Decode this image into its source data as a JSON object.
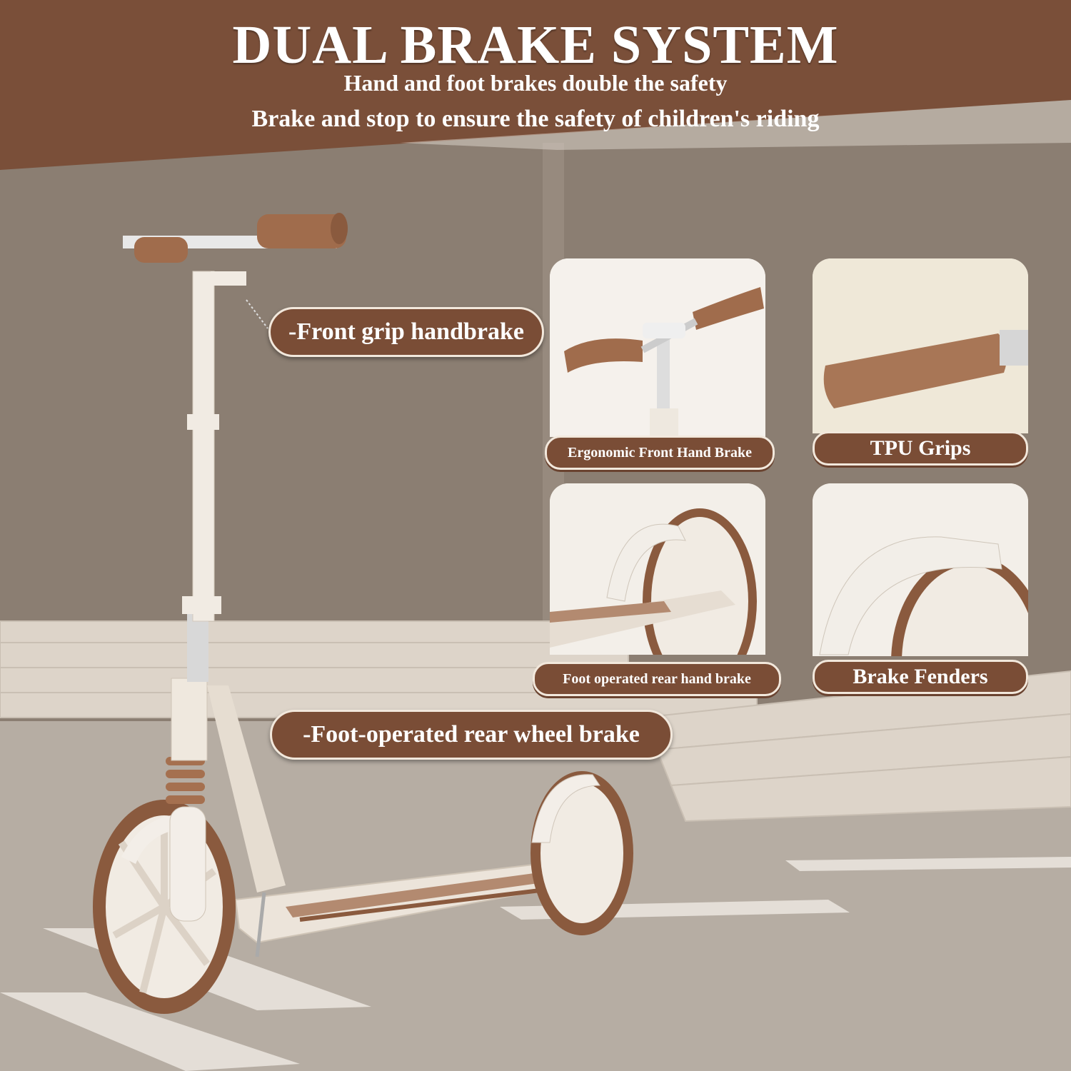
{
  "header": {
    "title": "DUAL BRAKE SYSTEM",
    "subtitle_1": "Hand and foot brakes double the safety",
    "subtitle_2": "Brake and stop to ensure the safety of children's riding"
  },
  "callouts": {
    "front": "-Front grip handbrake",
    "rear": "-Foot-operated rear wheel brake"
  },
  "panels": [
    {
      "label": "Ergonomic Front Hand Brake"
    },
    {
      "label": "TPU Grips"
    },
    {
      "label": "Foot operated rear hand brake"
    },
    {
      "label": "Brake Fenders"
    }
  ],
  "colors": {
    "accent_brown": "#7a4d36",
    "cream": "#f2e8dc",
    "wall": "#8b7e72",
    "floor": "#b6ada3"
  }
}
